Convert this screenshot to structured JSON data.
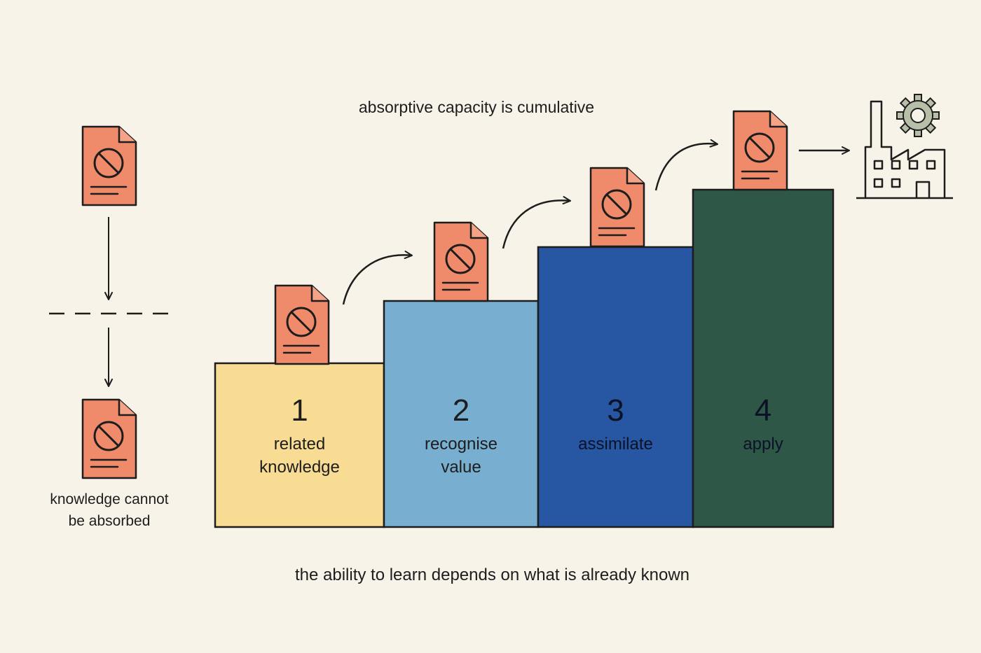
{
  "title": "absorptive capacity is cumulative",
  "caption": "the ability to learn depends on what is already known",
  "side_note": {
    "line1": "knowledge cannot",
    "line2": "be absorbed"
  },
  "steps": [
    {
      "number": "1",
      "line1": "related",
      "line2": "knowledge",
      "color": "#f9dc94"
    },
    {
      "number": "2",
      "line1": "recognise",
      "line2": "value",
      "color": "#78afd0"
    },
    {
      "number": "3",
      "line1": "assimilate",
      "line2": "",
      "color": "#2757a3"
    },
    {
      "number": "4",
      "line1": "apply",
      "line2": "",
      "color": "#2f5748"
    }
  ],
  "colors": {
    "background": "#f8f3e8",
    "document": "#ef8a6a",
    "gear": "#b8bfa8",
    "stroke": "#1d1d1d"
  },
  "icons": [
    "document-blocked-icon",
    "factory-icon",
    "gear-icon",
    "arrow-icon"
  ]
}
